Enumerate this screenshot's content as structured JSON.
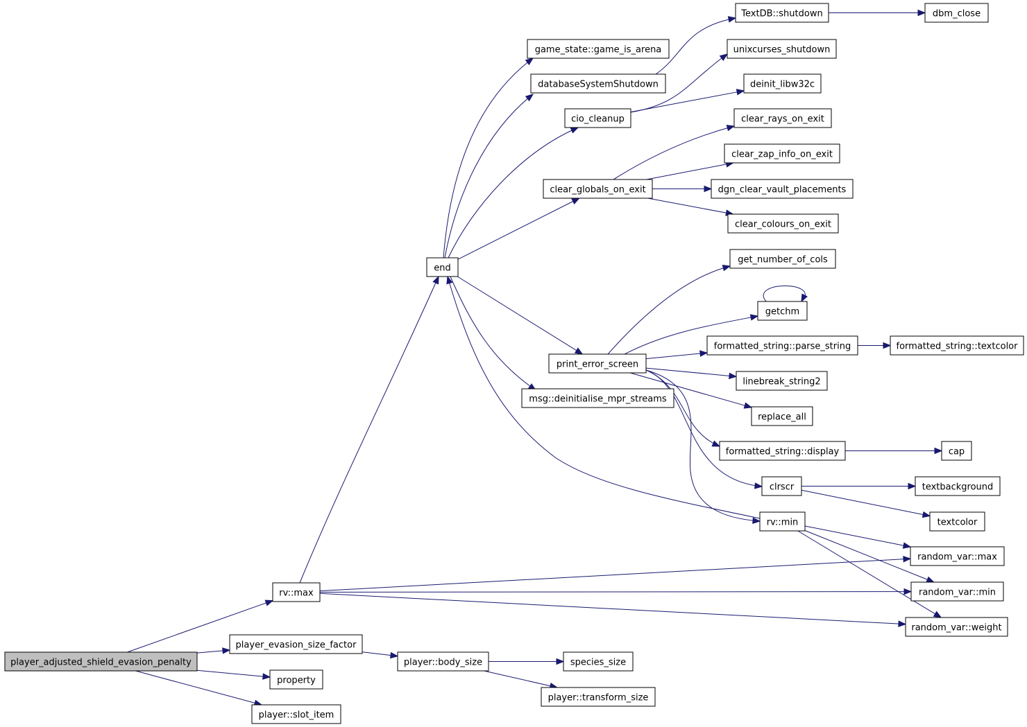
{
  "diagram": {
    "type": "call-graph",
    "root": "player_adjusted_shield_evasion_penalty",
    "nodes": [
      {
        "id": "root",
        "label": "player_adjusted_shield_evasion_penalty"
      },
      {
        "id": "rv_max",
        "label": "rv::max"
      },
      {
        "id": "pesf",
        "label": "player_evasion_size_factor"
      },
      {
        "id": "property",
        "label": "property"
      },
      {
        "id": "slot_item",
        "label": "player::slot_item"
      },
      {
        "id": "end",
        "label": "end"
      },
      {
        "id": "body_size",
        "label": "player::body_size"
      },
      {
        "id": "species_size",
        "label": "species_size"
      },
      {
        "id": "transform_size",
        "label": "player::transform_size"
      },
      {
        "id": "game_is_arena",
        "label": "game_state::game_is_arena"
      },
      {
        "id": "dbshutdown",
        "label": "databaseSystemShutdown"
      },
      {
        "id": "cio_cleanup",
        "label": "cio_cleanup"
      },
      {
        "id": "clear_globals",
        "label": "clear_globals_on_exit"
      },
      {
        "id": "print_error",
        "label": "print_error_screen"
      },
      {
        "id": "msg_deinit",
        "label": "msg::deinitialise_mpr_streams"
      },
      {
        "id": "textdb_shutdown",
        "label": "TextDB::shutdown"
      },
      {
        "id": "dbm_close",
        "label": "dbm_close"
      },
      {
        "id": "unixcurses",
        "label": "unixcurses_shutdown"
      },
      {
        "id": "deinit_libw32c",
        "label": "deinit_libw32c"
      },
      {
        "id": "clear_rays",
        "label": "clear_rays_on_exit"
      },
      {
        "id": "clear_zap",
        "label": "clear_zap_info_on_exit"
      },
      {
        "id": "dgn_clear",
        "label": "dgn_clear_vault_placements"
      },
      {
        "id": "clear_colours",
        "label": "clear_colours_on_exit"
      },
      {
        "id": "get_cols",
        "label": "get_number_of_cols"
      },
      {
        "id": "getchm",
        "label": "getchm"
      },
      {
        "id": "parse_string",
        "label": "formatted_string::parse_string"
      },
      {
        "id": "fs_textcolor",
        "label": "formatted_string::textcolor"
      },
      {
        "id": "linebreak",
        "label": "linebreak_string2"
      },
      {
        "id": "replace_all",
        "label": "replace_all"
      },
      {
        "id": "fs_display",
        "label": "formatted_string::display"
      },
      {
        "id": "cap",
        "label": "cap"
      },
      {
        "id": "clrscr",
        "label": "clrscr"
      },
      {
        "id": "textbackground",
        "label": "textbackground"
      },
      {
        "id": "textcolor",
        "label": "textcolor"
      },
      {
        "id": "rv_min",
        "label": "rv::min"
      },
      {
        "id": "random_max",
        "label": "random_var::max"
      },
      {
        "id": "random_min",
        "label": "random_var::min"
      },
      {
        "id": "random_weight",
        "label": "random_var::weight"
      }
    ],
    "edges": [
      [
        "root",
        "rv_max"
      ],
      [
        "root",
        "pesf"
      ],
      [
        "root",
        "property"
      ],
      [
        "root",
        "slot_item"
      ],
      [
        "rv_max",
        "end"
      ],
      [
        "rv_max",
        "random_max"
      ],
      [
        "rv_max",
        "random_min"
      ],
      [
        "rv_max",
        "random_weight"
      ],
      [
        "pesf",
        "body_size"
      ],
      [
        "body_size",
        "species_size"
      ],
      [
        "body_size",
        "transform_size"
      ],
      [
        "end",
        "game_is_arena"
      ],
      [
        "end",
        "dbshutdown"
      ],
      [
        "end",
        "cio_cleanup"
      ],
      [
        "end",
        "clear_globals"
      ],
      [
        "end",
        "print_error"
      ],
      [
        "end",
        "msg_deinit"
      ],
      [
        "dbshutdown",
        "textdb_shutdown"
      ],
      [
        "textdb_shutdown",
        "dbm_close"
      ],
      [
        "cio_cleanup",
        "unixcurses"
      ],
      [
        "cio_cleanup",
        "deinit_libw32c"
      ],
      [
        "clear_globals",
        "clear_rays"
      ],
      [
        "clear_globals",
        "clear_zap"
      ],
      [
        "clear_globals",
        "dgn_clear"
      ],
      [
        "clear_globals",
        "clear_colours"
      ],
      [
        "print_error",
        "get_cols"
      ],
      [
        "print_error",
        "getchm"
      ],
      [
        "print_error",
        "parse_string"
      ],
      [
        "print_error",
        "linebreak"
      ],
      [
        "print_error",
        "replace_all"
      ],
      [
        "print_error",
        "fs_display"
      ],
      [
        "print_error",
        "clrscr"
      ],
      [
        "print_error",
        "rv_min"
      ],
      [
        "parse_string",
        "fs_textcolor"
      ],
      [
        "fs_display",
        "cap"
      ],
      [
        "clrscr",
        "textbackground"
      ],
      [
        "clrscr",
        "textcolor"
      ],
      [
        "getchm",
        "getchm"
      ],
      [
        "rv_min",
        "end"
      ],
      [
        "rv_min",
        "random_max"
      ],
      [
        "rv_min",
        "random_min"
      ],
      [
        "rv_min",
        "random_weight"
      ]
    ]
  }
}
